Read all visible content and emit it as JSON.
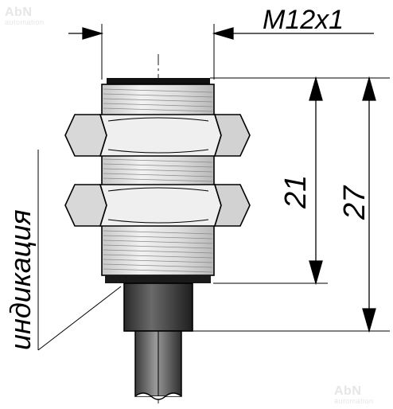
{
  "watermark": {
    "brand": "AbN",
    "sub": "automation"
  },
  "dimensions": {
    "thread": "M12x1",
    "length_inner": "21",
    "length_total": "27"
  },
  "callout": {
    "label": "индикация"
  }
}
